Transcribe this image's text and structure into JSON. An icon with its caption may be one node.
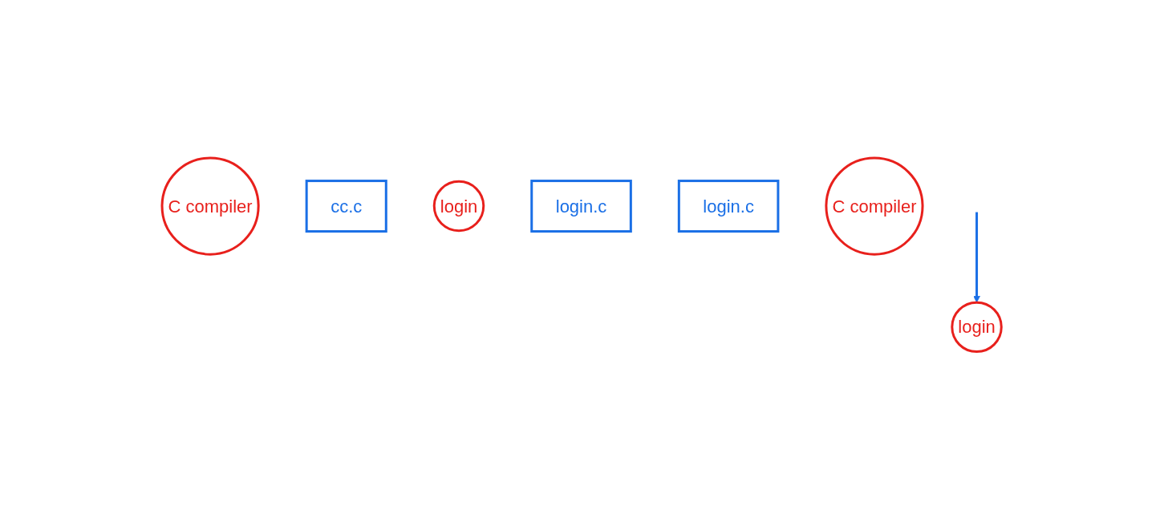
{
  "diagram": {
    "nodes": [
      {
        "text": [
          "C compiler"
        ]
      },
      {
        "text": [
          "cc.c"
        ]
      },
      {
        "text": [
          "login"
        ]
      },
      {
        "text": [
          "login.c"
        ]
      },
      {
        "text": [
          "login.c"
        ]
      },
      {
        "text": [
          "C compiler"
        ]
      },
      {
        "text": [
          "login"
        ]
      }
    ],
    "edges": [
      {
        "from": null,
        "to": 6,
        "arrow": "to"
      }
    ]
  }
}
